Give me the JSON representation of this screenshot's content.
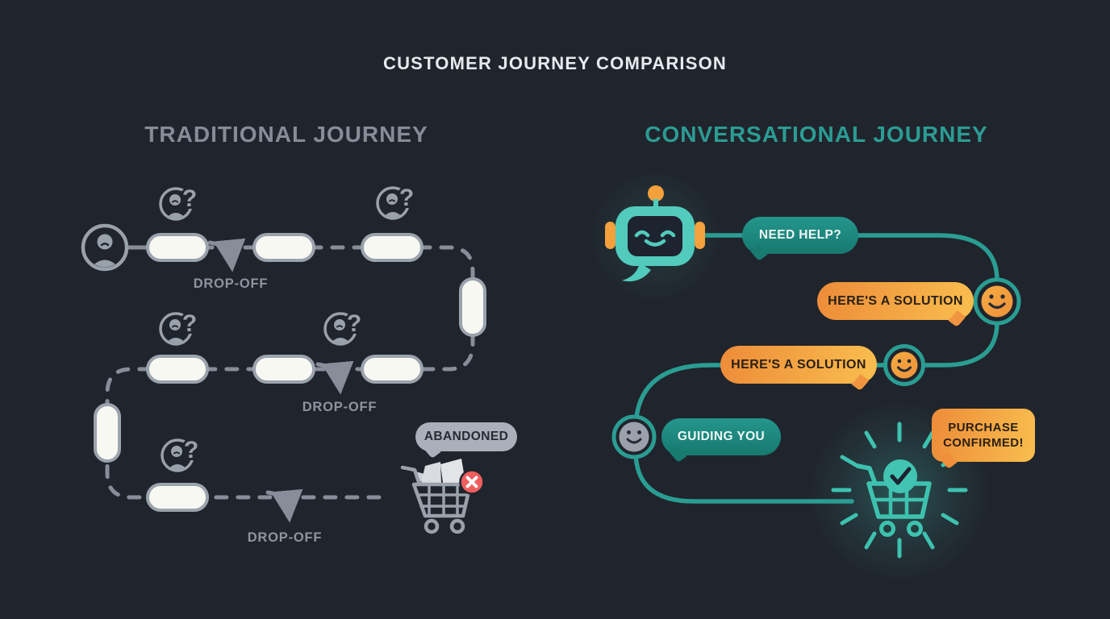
{
  "title": "CUSTOMER JOURNEY COMPARISON",
  "traditional": {
    "heading": "TRADITIONAL JOURNEY",
    "dropoffs": [
      "DROP-OFF",
      "DROP-OFF",
      "DROP-OFF"
    ],
    "abandoned_label": "ABANDONED",
    "icons": [
      "user-avatar-icon",
      "confused-user-icon",
      "step-pill",
      "drop-off-arrow",
      "abandoned-cart-icon",
      "error-x-icon"
    ]
  },
  "conversational": {
    "heading": "CONVERSATIONAL JOURNEY",
    "bubbles": {
      "need_help": "NEED HELP?",
      "solution_1": "HERE'S A SOLUTION",
      "solution_2": "HERE'S A SOLUTION",
      "guiding": "GUIDING YOU",
      "purchase": "PURCHASE CONFIRMED!"
    },
    "icons": [
      "chatbot-icon",
      "smiley-icon",
      "checkout-cart-icon",
      "check-icon",
      "celebration-rays"
    ]
  },
  "icon_glyphs": {
    "question_mark": "?"
  },
  "colors": {
    "background": "#20242c",
    "gray": "#99a1ab",
    "text_gray": "#8e95a0",
    "pill_fill": "#f8f8f3",
    "teal_path": "#2a9d93",
    "teal_bubble": "#1d887e",
    "teal_bright": "#3ec2b0",
    "orange": "#f2a03c",
    "red": "#ee5f5e",
    "title_white": "#e7eaee"
  }
}
